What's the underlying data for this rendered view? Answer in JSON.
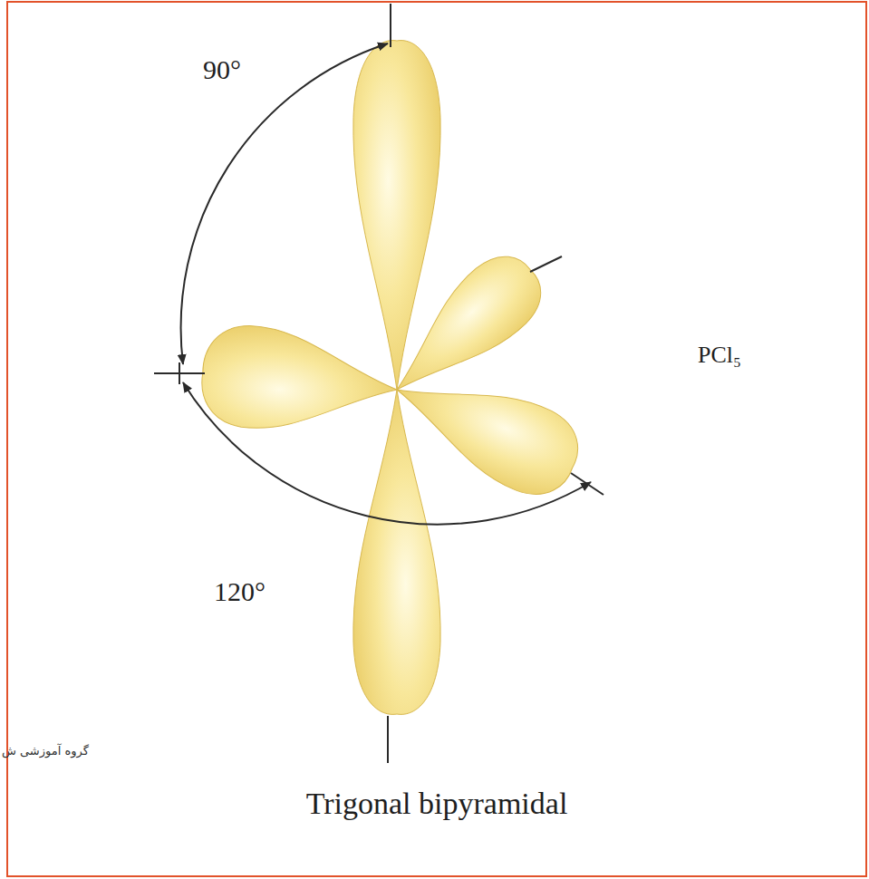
{
  "diagram": {
    "labels": [
      "90°",
      "120°",
      "PCl₅",
      "Trigonal bipyramidal",
      "گروه آموزشی ش"
    ]
  }
}
